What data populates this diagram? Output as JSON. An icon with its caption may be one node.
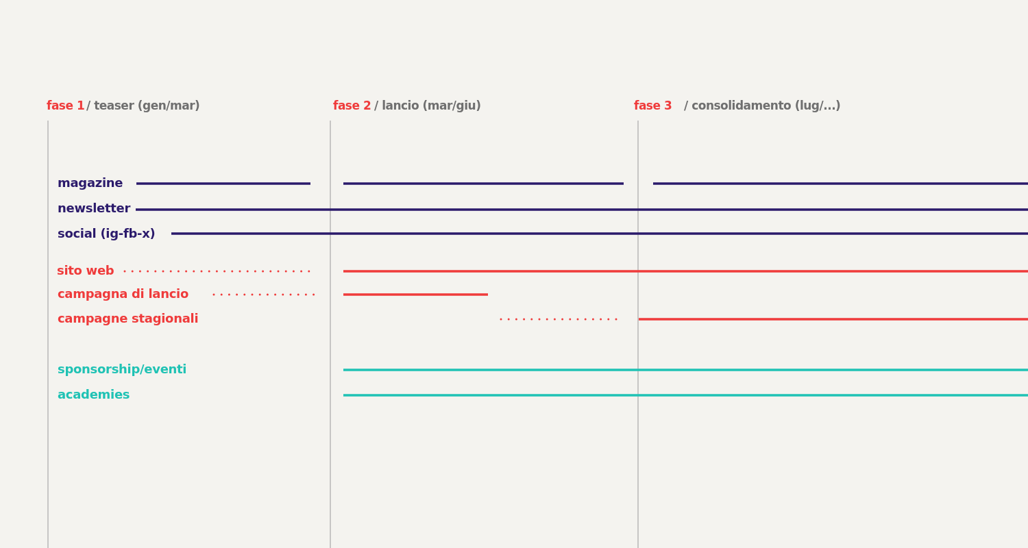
{
  "diagram": {
    "labels": [
      "fase 1",
      "/ teaser (gen/mar)",
      "fase 2",
      "/ lancio (mar/giu)",
      "fase 3",
      "/ consolidamento (lug/...)",
      "magazine",
      "newsletter",
      "social (ig-fb-x)",
      "sito web",
      "campagna di lancio",
      "campagne stagionali",
      "sponsorship/eventi",
      "academies"
    ]
  }
}
